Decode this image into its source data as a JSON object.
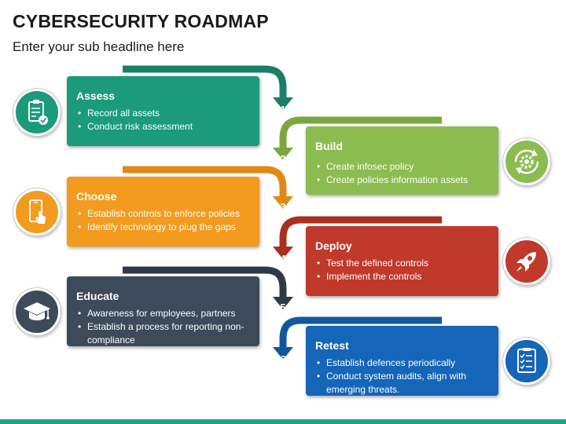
{
  "header": {
    "title": "CYBERSECURITY ROADMAP",
    "subtitle": "Enter your sub headline here"
  },
  "colors": {
    "assess": "#1b9b7c",
    "build": "#8cbc4f",
    "choose": "#f39b1f",
    "deploy": "#c0392b",
    "educate": "#3c4a5a",
    "retest": "#1565b8"
  },
  "steps": [
    {
      "number": "1",
      "title": "Assess",
      "bullets": [
        "Record all assets",
        "Conduct risk assessment"
      ],
      "icon": "clipboard-check-icon"
    },
    {
      "number": "2",
      "title": "Build",
      "bullets": [
        "Create infosec policy",
        "Create policies information assets"
      ],
      "icon": "gear-refresh-icon"
    },
    {
      "number": "3",
      "title": "Choose",
      "bullets": [
        "Establish controls to enforce policies",
        "Identify technology to plug the gaps"
      ],
      "icon": "smartphone-touch-icon"
    },
    {
      "number": "4",
      "title": "Deploy",
      "bullets": [
        "Test the defined controls",
        "Implement the controls"
      ],
      "icon": "rocket-icon"
    },
    {
      "number": "5",
      "title": "Educate",
      "bullets": [
        "Awareness for employees, partners",
        "Establish a process for reporting non-compliance"
      ],
      "icon": "graduation-cap-icon"
    },
    {
      "number": "6",
      "title": "Retest",
      "bullets": [
        "Establish defences periodically",
        "Conduct system audits, align with emerging threats."
      ],
      "icon": "checklist-icon"
    }
  ]
}
